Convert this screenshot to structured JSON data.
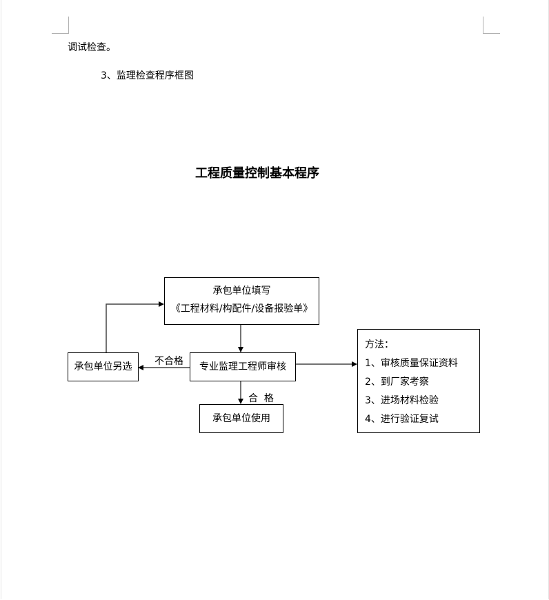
{
  "body_text": {
    "line1": "调试检查。",
    "heading": "3、监理检查程序框图"
  },
  "flowchart": {
    "title": "工程质量控制基本程序",
    "box_submit": {
      "line1": "承包单位填写",
      "line2": "《工程材料/构配件/设备报验单》"
    },
    "box_review": "专业监理工程师审核",
    "box_reselect": "承包单位另选",
    "box_use": "承包单位使用",
    "label_fail": "不合格",
    "label_pass": "合  格",
    "methods": {
      "title": "方法：",
      "items": [
        "1、审核质量保证资料",
        "2、到厂家考察",
        "3、进场材料检验",
        "4、进行验证复试"
      ]
    }
  }
}
